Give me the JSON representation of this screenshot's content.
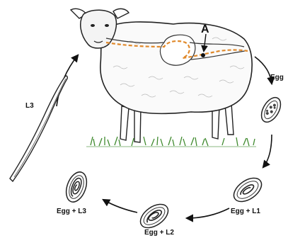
{
  "diagram": {
    "pointer_label": "A",
    "stages": {
      "egg": "Egg",
      "egg_l1": "Egg + L1",
      "egg_l2": "Egg + L2",
      "egg_l3": "Egg + L3",
      "l3": "L3"
    },
    "colors": {
      "ink": "#111111",
      "intestine_path": "#e0892b",
      "grass": "#3f8a2e",
      "wool_shadow": "#dddddd"
    }
  }
}
